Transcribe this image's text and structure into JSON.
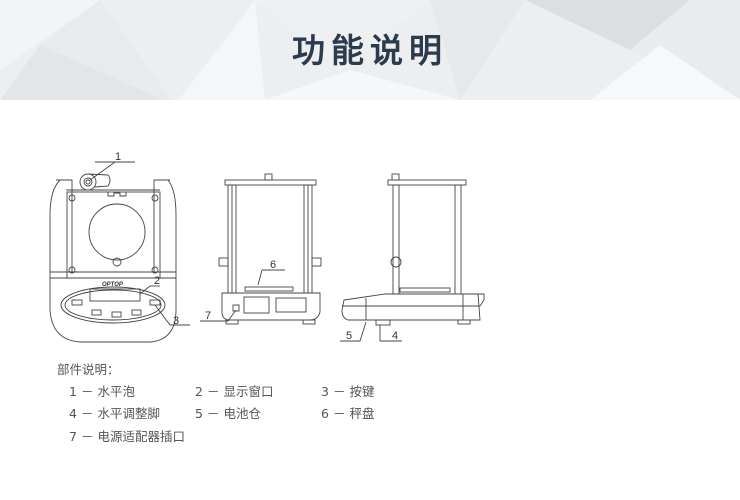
{
  "header": {
    "title": "功能说明"
  },
  "diagram": {
    "brand_logo": "OPTOP",
    "callouts": [
      "1",
      "2",
      "3",
      "4",
      "5",
      "6",
      "7"
    ]
  },
  "legend": {
    "heading": "部件说明：",
    "items": [
      {
        "num": "1",
        "sep": "－",
        "name": "水平泡"
      },
      {
        "num": "2",
        "sep": "－",
        "name": "显示窗口"
      },
      {
        "num": "3",
        "sep": "－",
        "name": "按键"
      },
      {
        "num": "4",
        "sep": "－",
        "name": "水平调整脚"
      },
      {
        "num": "5",
        "sep": "－",
        "name": "电池仓"
      },
      {
        "num": "6",
        "sep": "－",
        "name": "秤盘"
      },
      {
        "num": "7",
        "sep": "－",
        "name": "电源适配器插口"
      }
    ]
  }
}
